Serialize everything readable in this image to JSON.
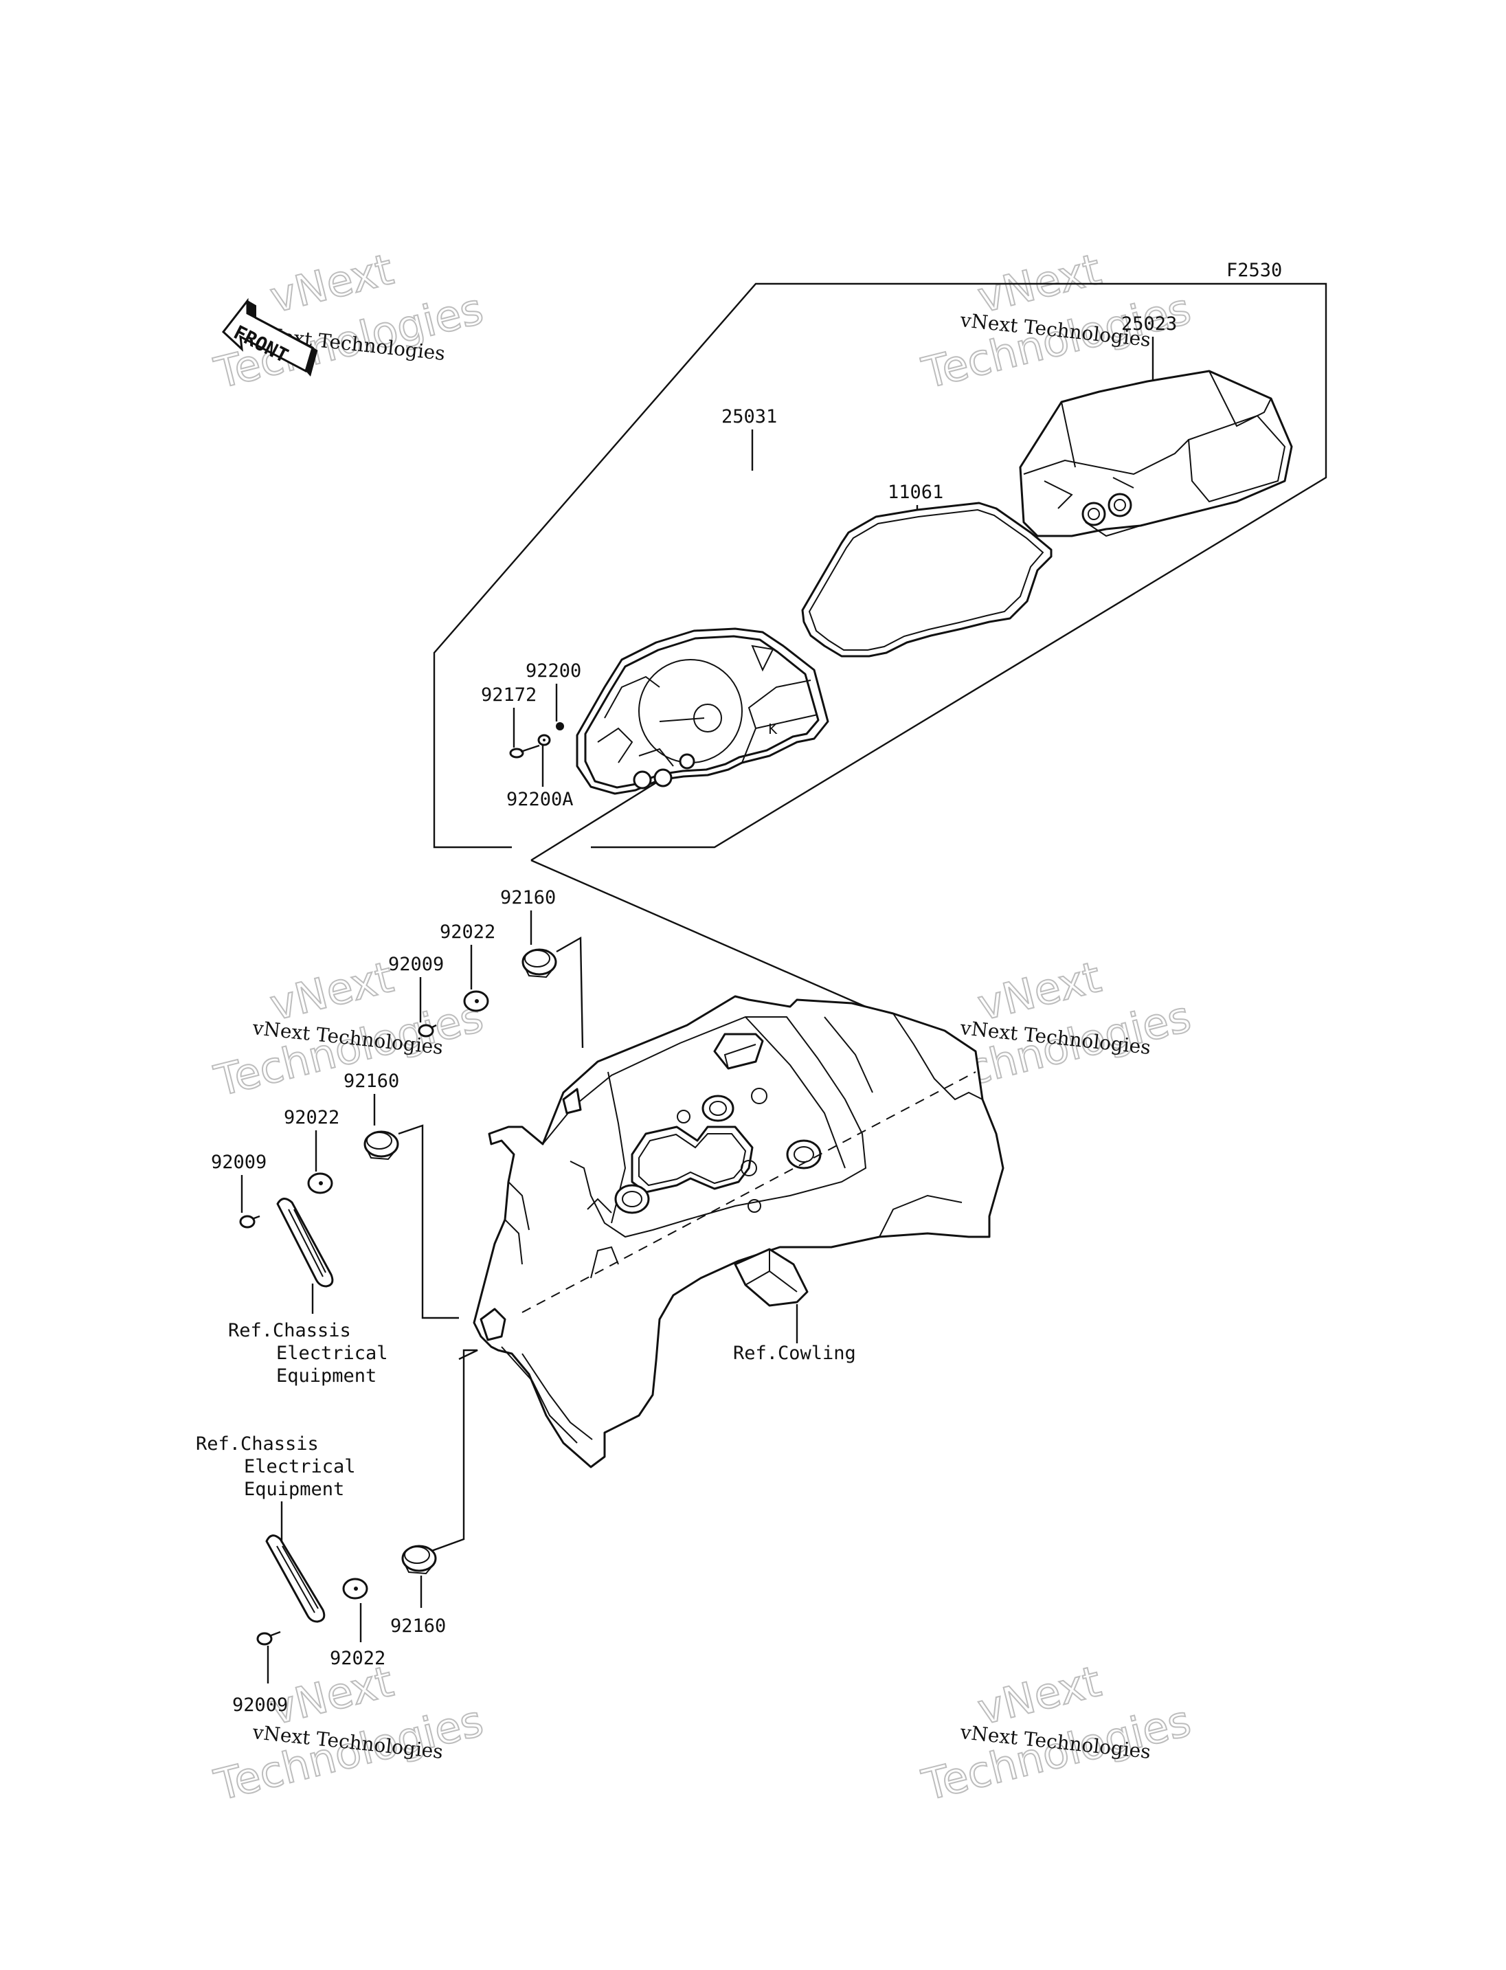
{
  "figure_code": "F2530",
  "front_arrow_label": "FRONT",
  "watermarks": [
    {
      "small": "vNext Technologies",
      "big1": "vNext",
      "big2": "Technologies"
    },
    {
      "small": "vNext Technologies",
      "big1": "vNext",
      "big2": "Technologies"
    },
    {
      "small": "vNext Technologies",
      "big1": "vNext",
      "big2": "Technologies"
    },
    {
      "small": "vNext Technologies",
      "big1": "vNext",
      "big2": "Technologies"
    },
    {
      "small": "vNext Technologies",
      "big1": "vNext",
      "big2": "Technologies"
    },
    {
      "small": "vNext Technologies",
      "big1": "vNext",
      "big2": "Technologies"
    }
  ],
  "parts": {
    "p25031": "25031",
    "p25023": "25023",
    "p11061": "11061",
    "p92200": "92200",
    "p92172": "92172",
    "p92200A": "92200A",
    "p92160_top": "92160",
    "p92022_top": "92022",
    "p92009_top": "92009",
    "p92160_mid": "92160",
    "p92022_mid": "92022",
    "p92009_mid": "92009",
    "p92160_bot": "92160",
    "p92022_bot": "92022",
    "p92009_bot": "92009"
  },
  "refs": {
    "chassis_mid": [
      "Ref.Chassis",
      "Electrical",
      "Equipment"
    ],
    "chassis_bot": [
      "Ref.Chassis",
      "Electrical",
      "Equipment"
    ],
    "cowling": "Ref.Cowling"
  }
}
